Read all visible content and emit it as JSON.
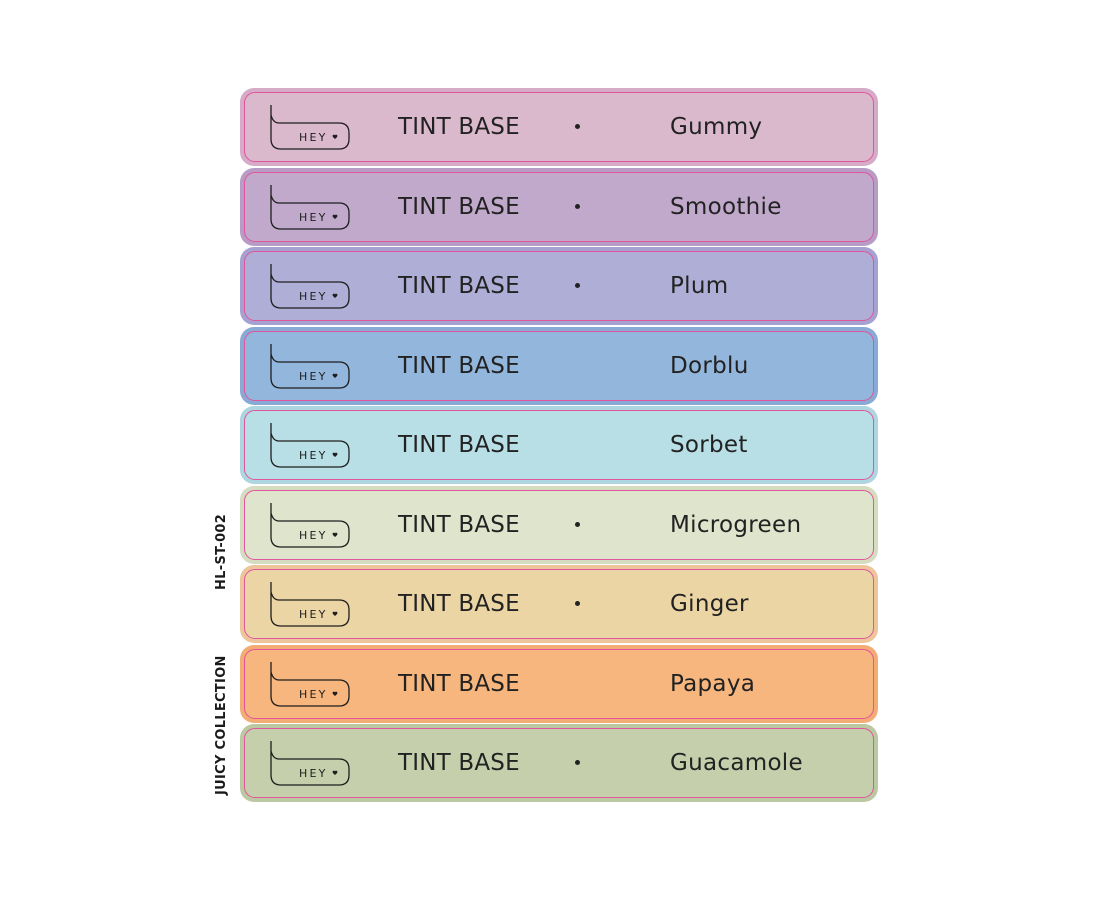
{
  "side_labels": {
    "code": "HL-ST-002",
    "collection": "JUICY COLLECTION"
  },
  "brand": {
    "logo_text": "HEY",
    "logo_icon": "heart-icon"
  },
  "strips": [
    {
      "tint_label": "TINT BASE",
      "shade": "Gummy",
      "show_dot": true,
      "bg": "#dbb9cd",
      "outer": "#d5abc8"
    },
    {
      "tint_label": "TINT BASE",
      "shade": "Smoothie",
      "show_dot": true,
      "bg": "#c0a9cb",
      "outer": "#b79dc6"
    },
    {
      "tint_label": "TINT BASE",
      "shade": "Plum",
      "show_dot": true,
      "bg": "#afaed6",
      "outer": "#a5a2d2"
    },
    {
      "tint_label": "TINT BASE",
      "shade": "Dorblu",
      "show_dot": false,
      "bg": "#93b6dc",
      "outer": "#8aaad6"
    },
    {
      "tint_label": "TINT BASE",
      "shade": "Sorbet",
      "show_dot": false,
      "bg": "#b8dfe5",
      "outer": "#aed6e0"
    },
    {
      "tint_label": "TINT BASE",
      "shade": "Microgreen",
      "show_dot": true,
      "bg": "#dfe4cc",
      "outer": "#d6dcc0"
    },
    {
      "tint_label": "TINT BASE",
      "shade": "Ginger",
      "show_dot": true,
      "bg": "#ecd5a5",
      "outer": "#ecc69a"
    },
    {
      "tint_label": "TINT BASE",
      "shade": "Papaya",
      "show_dot": false,
      "bg": "#f6b67d",
      "outer": "#f3ac74"
    },
    {
      "tint_label": "TINT BASE",
      "shade": "Guacamole",
      "show_dot": true,
      "bg": "#c5cfab",
      "outer": "#bcc8a2"
    }
  ]
}
